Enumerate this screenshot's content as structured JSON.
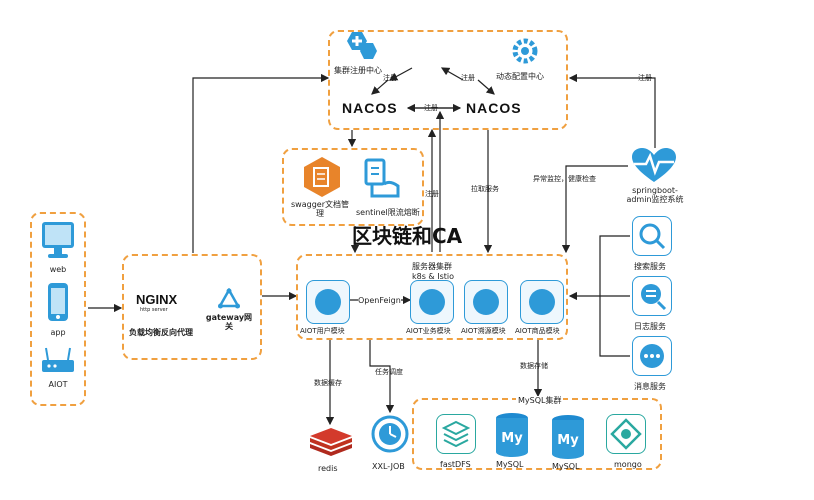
{
  "title": "区块链和CA",
  "clients": {
    "web": "web",
    "app": "app",
    "aiot": "AIOT"
  },
  "gateway": {
    "nginx_text": "NGINX",
    "nginx_sub": "http server",
    "nginx_label": "负载均衡反向代理",
    "gateway_label": "gateway网关"
  },
  "nacos_group": {
    "registry_label": "集群注册中心",
    "config_label": "动态配置中心",
    "nacos_logo": "NACOS",
    "register": "注册"
  },
  "tools": {
    "swagger": "swagger文档管理",
    "sentinel": "sentinel限流熔断"
  },
  "cluster": {
    "title_line1": "服务器集群",
    "title_line2": "k8s & Istio",
    "openfeign": "OpenFeign",
    "modules": [
      "AIOT用户模块",
      "AIOT业务模块",
      "AIOT溯源模块",
      "AIOT商品模块"
    ]
  },
  "edges": {
    "register": "注册",
    "pull_service": "拉取服务",
    "monitor": "异常监控，健康检查",
    "data_cache": "数据缓存",
    "task_schedule": "任务调度",
    "data_store": "数据存储"
  },
  "monitor": {
    "label": "springboot-admin监控系统"
  },
  "services": [
    "搜索服务",
    "日志服务",
    "消息服务"
  ],
  "storage": {
    "redis": "redis",
    "xxl": "XXL-JOB",
    "mysql_cluster": "MySQL集群",
    "fastdfs": "fastDFS",
    "mysql1": "MySQL",
    "mysql2": "MySQL",
    "mongo": "mongo"
  },
  "colors": {
    "dash": "#f0a040",
    "blue": "#2e9ad8",
    "teal": "#2aa8a0",
    "orange": "#e8842a",
    "red": "#d33a2c"
  }
}
